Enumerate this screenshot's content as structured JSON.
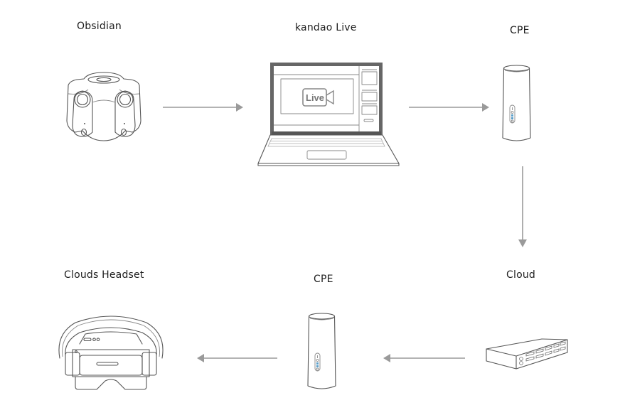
{
  "diagram": {
    "nodes": [
      {
        "id": "obsidian",
        "label": "Obsidian",
        "icon": "360-camera-icon"
      },
      {
        "id": "kandao-live",
        "label": "kandao Live",
        "icon": "laptop-icon",
        "screen_badge": "Live"
      },
      {
        "id": "cpe-top",
        "label": "CPE",
        "icon": "cpe-router-icon"
      },
      {
        "id": "cloud",
        "label": "Cloud",
        "icon": "server-switch-icon"
      },
      {
        "id": "cpe-bottom",
        "label": "CPE",
        "icon": "cpe-router-icon"
      },
      {
        "id": "clouds-headset",
        "label": "Clouds Headset",
        "icon": "vr-headset-icon"
      }
    ],
    "edges": [
      {
        "from": "obsidian",
        "to": "kandao-live",
        "direction": "right"
      },
      {
        "from": "kandao-live",
        "to": "cpe-top",
        "direction": "right"
      },
      {
        "from": "cpe-top",
        "to": "cloud",
        "direction": "down"
      },
      {
        "from": "cloud",
        "to": "cpe-bottom",
        "direction": "left"
      },
      {
        "from": "cpe-bottom",
        "to": "clouds-headset",
        "direction": "left"
      }
    ],
    "colors": {
      "line": "#555555",
      "arrow": "#9a9a9a",
      "indicator": "#5b9fc9",
      "laptop_bezel": "#666666"
    }
  }
}
